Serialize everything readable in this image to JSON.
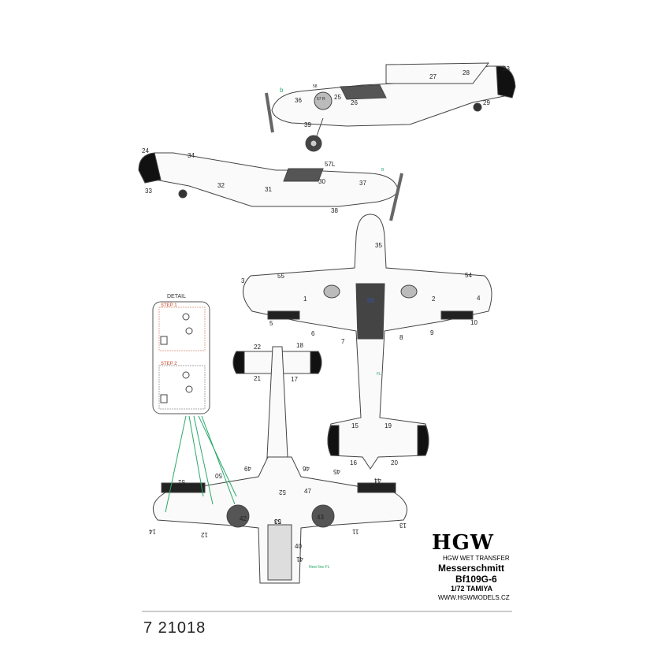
{
  "branding": {
    "logo": "HGW",
    "product_line": "HGW WET TRANSFER",
    "manufacturer": "Messerschmitt",
    "variant": "Bf109G-6",
    "scale_kit": "1/72 TAMIYA",
    "website": "WWW.HGWMODELS.CZ",
    "product_code": "7 21018"
  },
  "detail_box": {
    "title": "DETAIL",
    "step1": "STEP 1",
    "step2": "STEP 2"
  },
  "side_view_right": {
    "labels": [
      "58",
      "57 R",
      "27",
      "28",
      "23",
      "36",
      "25",
      "26",
      "29",
      "39",
      "b"
    ]
  },
  "side_view_left": {
    "labels": [
      "24",
      "34",
      "57L",
      "32",
      "31",
      "30",
      "37",
      "38",
      "33",
      "B"
    ]
  },
  "top_view": {
    "labels": [
      "35",
      "3",
      "55",
      "54",
      "1",
      "2",
      "4",
      "5",
      "6",
      "7",
      "8",
      "9",
      "10",
      "56",
      "FL"
    ]
  },
  "tail_top": {
    "labels": [
      "22",
      "18",
      "21",
      "17"
    ]
  },
  "tail_bottom": {
    "labels": [
      "15",
      "19",
      "16",
      "20"
    ]
  },
  "bottom_view": {
    "labels": [
      "49",
      "46",
      "45",
      "44",
      "50",
      "51",
      "52",
      "47",
      "42",
      "43",
      "14",
      "12",
      "11",
      "13",
      "40",
      "41",
      "53",
      "New line FL"
    ]
  },
  "colors": {
    "green_lines": "#2aa86a",
    "step1": "#d9806a",
    "ink": "#222222"
  }
}
